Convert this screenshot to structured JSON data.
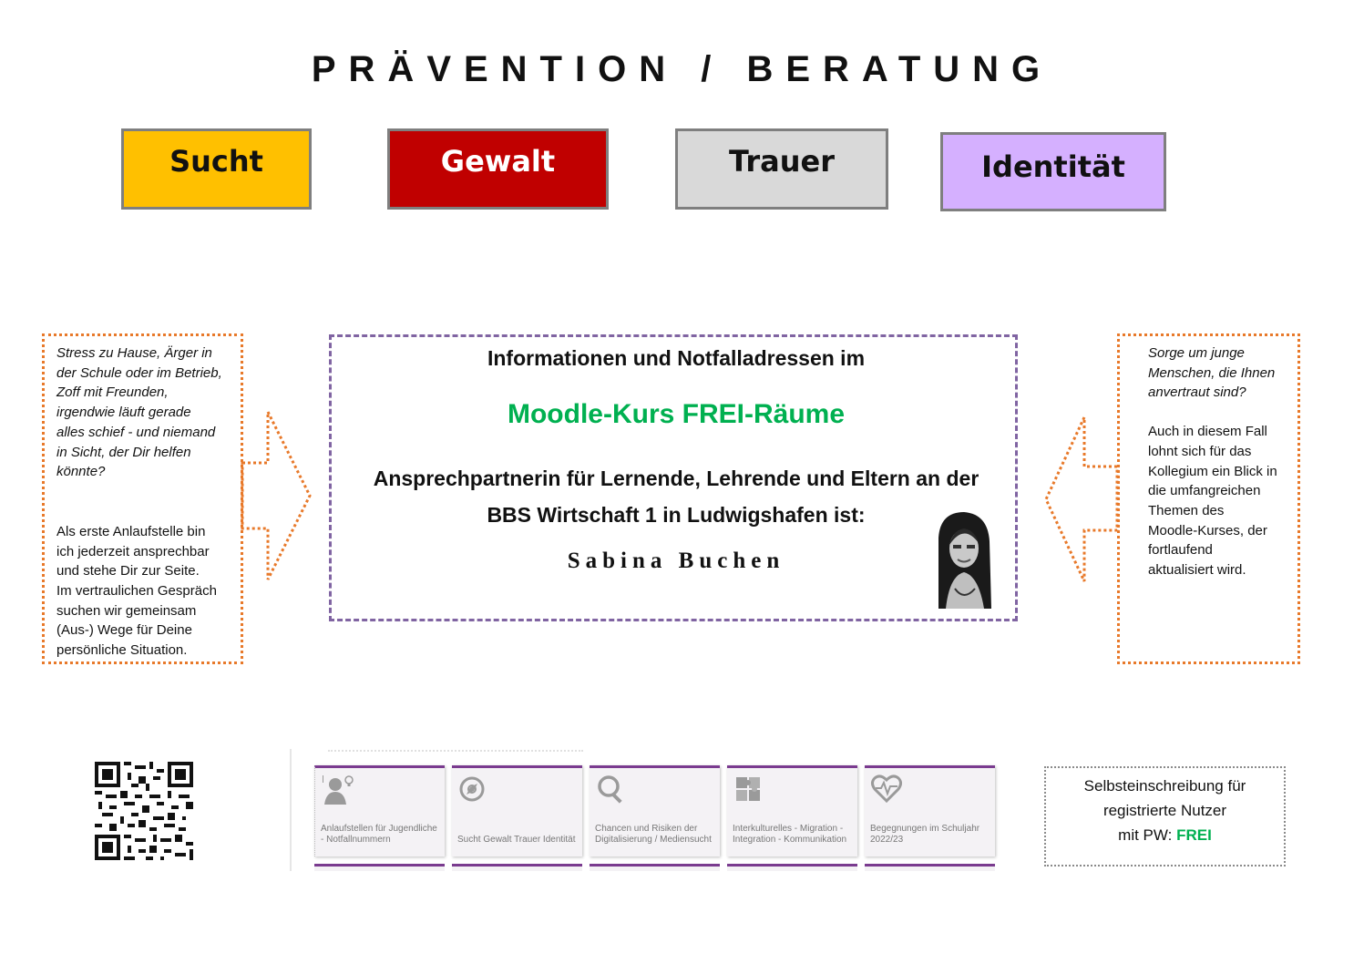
{
  "title": "PRÄVENTION / BERATUNG",
  "categories": [
    {
      "label": "Sucht",
      "color": "#ffc000"
    },
    {
      "label": "Gewalt",
      "color": "#c00000"
    },
    {
      "label": "Trauer",
      "color": "#d9d9d9"
    },
    {
      "label": "Identität",
      "color": "#d5b0ff"
    }
  ],
  "left_box": {
    "lines_italic": [
      "Stress zu Hause, Ärger in",
      "der Schule oder im Betrieb,",
      "Zoff mit Freunden,",
      "irgendwie läuft gerade",
      "alles schief - und niemand",
      "in Sicht, der Dir helfen",
      "könnte?"
    ],
    "lines": [
      "Als erste Anlaufstelle bin",
      "ich jederzeit ansprechbar",
      "und stehe Dir zur Seite.",
      "Im vertraulichen Gespräch",
      "suchen wir gemeinsam",
      "(Aus-) Wege für Deine",
      "persönliche Situation."
    ]
  },
  "right_box": {
    "lines_italic": [
      "Sorge um junge",
      "Menschen, die Ihnen",
      "anvertraut sind?"
    ],
    "lines": [
      "Auch in diesem Fall",
      "lohnt sich für das",
      "Kollegium ein Blick in",
      "die umfangreichen",
      "Themen des",
      "Moodle-Kurses, der",
      "fortlaufend",
      "aktualisiert wird."
    ]
  },
  "center": {
    "line1": "Informationen und Notfalladressen im",
    "course": "Moodle-Kurs FREI-Räume",
    "line3a": "Ansprechpartnerin für Lernende, Lehrende und Eltern an der",
    "line3b": "BBS Wirtschaft 1 in Ludwigshafen ist:",
    "name": "Sabina Buchen"
  },
  "moodle_tiles": [
    {
      "label": "Anlaufstellen für Jugendliche - Notfallnummern",
      "icon": "person-lightbulb-icon"
    },
    {
      "label": "Sucht    Gewalt    Trauer Identität",
      "icon": "compass-icon"
    },
    {
      "label": "Chancen und Risiken der Digitalisierung / Mediensucht",
      "icon": "magnifier-icon"
    },
    {
      "label": "Interkulturelles - Migration - Integration - Kommunikation",
      "icon": "puzzle-icon"
    },
    {
      "label": "Begegnungen im Schuljahr 2022/23",
      "icon": "heartbeat-icon"
    }
  ],
  "enrol": {
    "line1": "Selbsteinschreibung für",
    "line2": "registrierte Nutzer",
    "line3_prefix": "mit PW: ",
    "password": "FREI"
  }
}
